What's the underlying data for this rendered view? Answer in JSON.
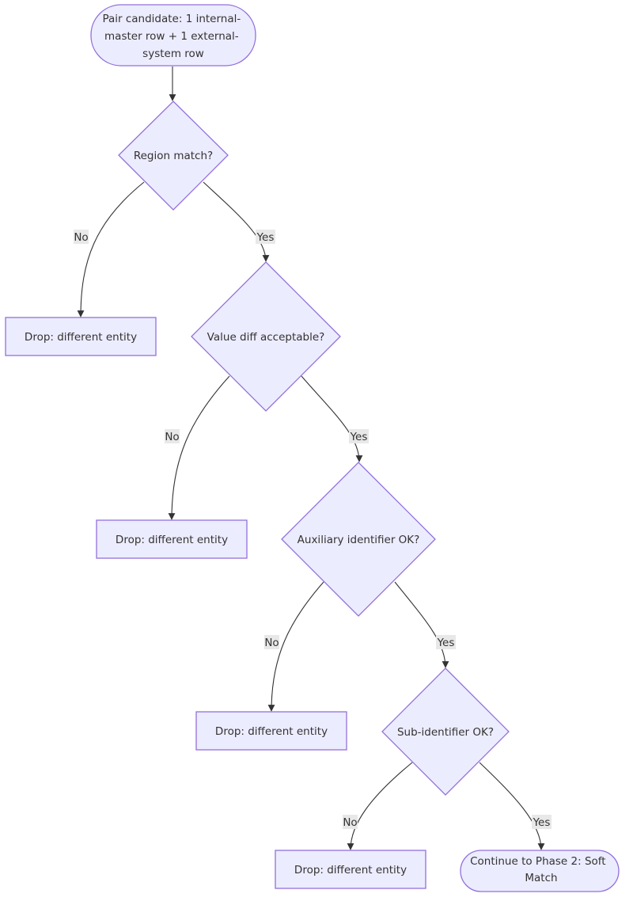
{
  "nodes": {
    "start": {
      "lines": [
        "Pair candidate: 1 internal-",
        "master row + 1 external-",
        "system row"
      ]
    },
    "region": {
      "label": "Region match?"
    },
    "drop1": {
      "label": "Drop: different entity"
    },
    "value": {
      "label": "Value diff acceptable?"
    },
    "drop2": {
      "label": "Drop: different entity"
    },
    "aux": {
      "label": "Auxiliary identifier OK?"
    },
    "drop3": {
      "label": "Drop: different entity"
    },
    "sub": {
      "label": "Sub-identifier OK?"
    },
    "drop4": {
      "label": "Drop: different entity"
    },
    "cont": {
      "lines": [
        "Continue to Phase 2: Soft",
        "Match"
      ]
    }
  },
  "edges": {
    "region_no": "No",
    "region_yes": "Yes",
    "value_no": "No",
    "value_yes": "Yes",
    "aux_no": "No",
    "aux_yes": "Yes",
    "sub_no": "No",
    "sub_yes": "Yes"
  },
  "colors": {
    "node_fill": "#ececff",
    "node_stroke": "#9370db",
    "edge": "#333333",
    "label_bg": "#e8e8e8",
    "text": "#333333"
  }
}
